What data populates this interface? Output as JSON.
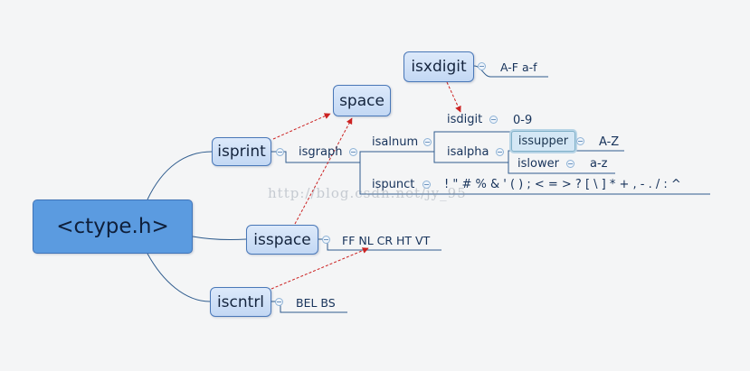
{
  "mindmap": {
    "root": "<ctype.h>",
    "level2": {
      "isprint": "isprint",
      "isspace": "isspace",
      "iscntrl": "iscntrl",
      "space": "space",
      "isxdigit": "isxdigit"
    },
    "labels": {
      "isgraph": "isgraph",
      "isalnum": "isalnum",
      "isdigit": "isdigit",
      "digits": "0-9",
      "isalpha": "isalpha",
      "isupper": "issupper",
      "upper_range": "A-Z",
      "islower": "islower",
      "lower_range": "a-z",
      "ispunct": "ispunct",
      "punct_chars": "! \" # % & ' ( ) ; < = > ? [ \\ ] * + , - . / : ^",
      "xdigit_range": "A-F a-f",
      "space_chars": "FF NL CR HT VT",
      "cntrl_chars": "BEL  BS"
    },
    "colors": {
      "branch": "#2f5c8e",
      "arrow": "#cc2222",
      "root": "#5b9be0",
      "node": "#c3d8f4"
    }
  },
  "watermark": "http://blog.csdn.net/jy_95"
}
